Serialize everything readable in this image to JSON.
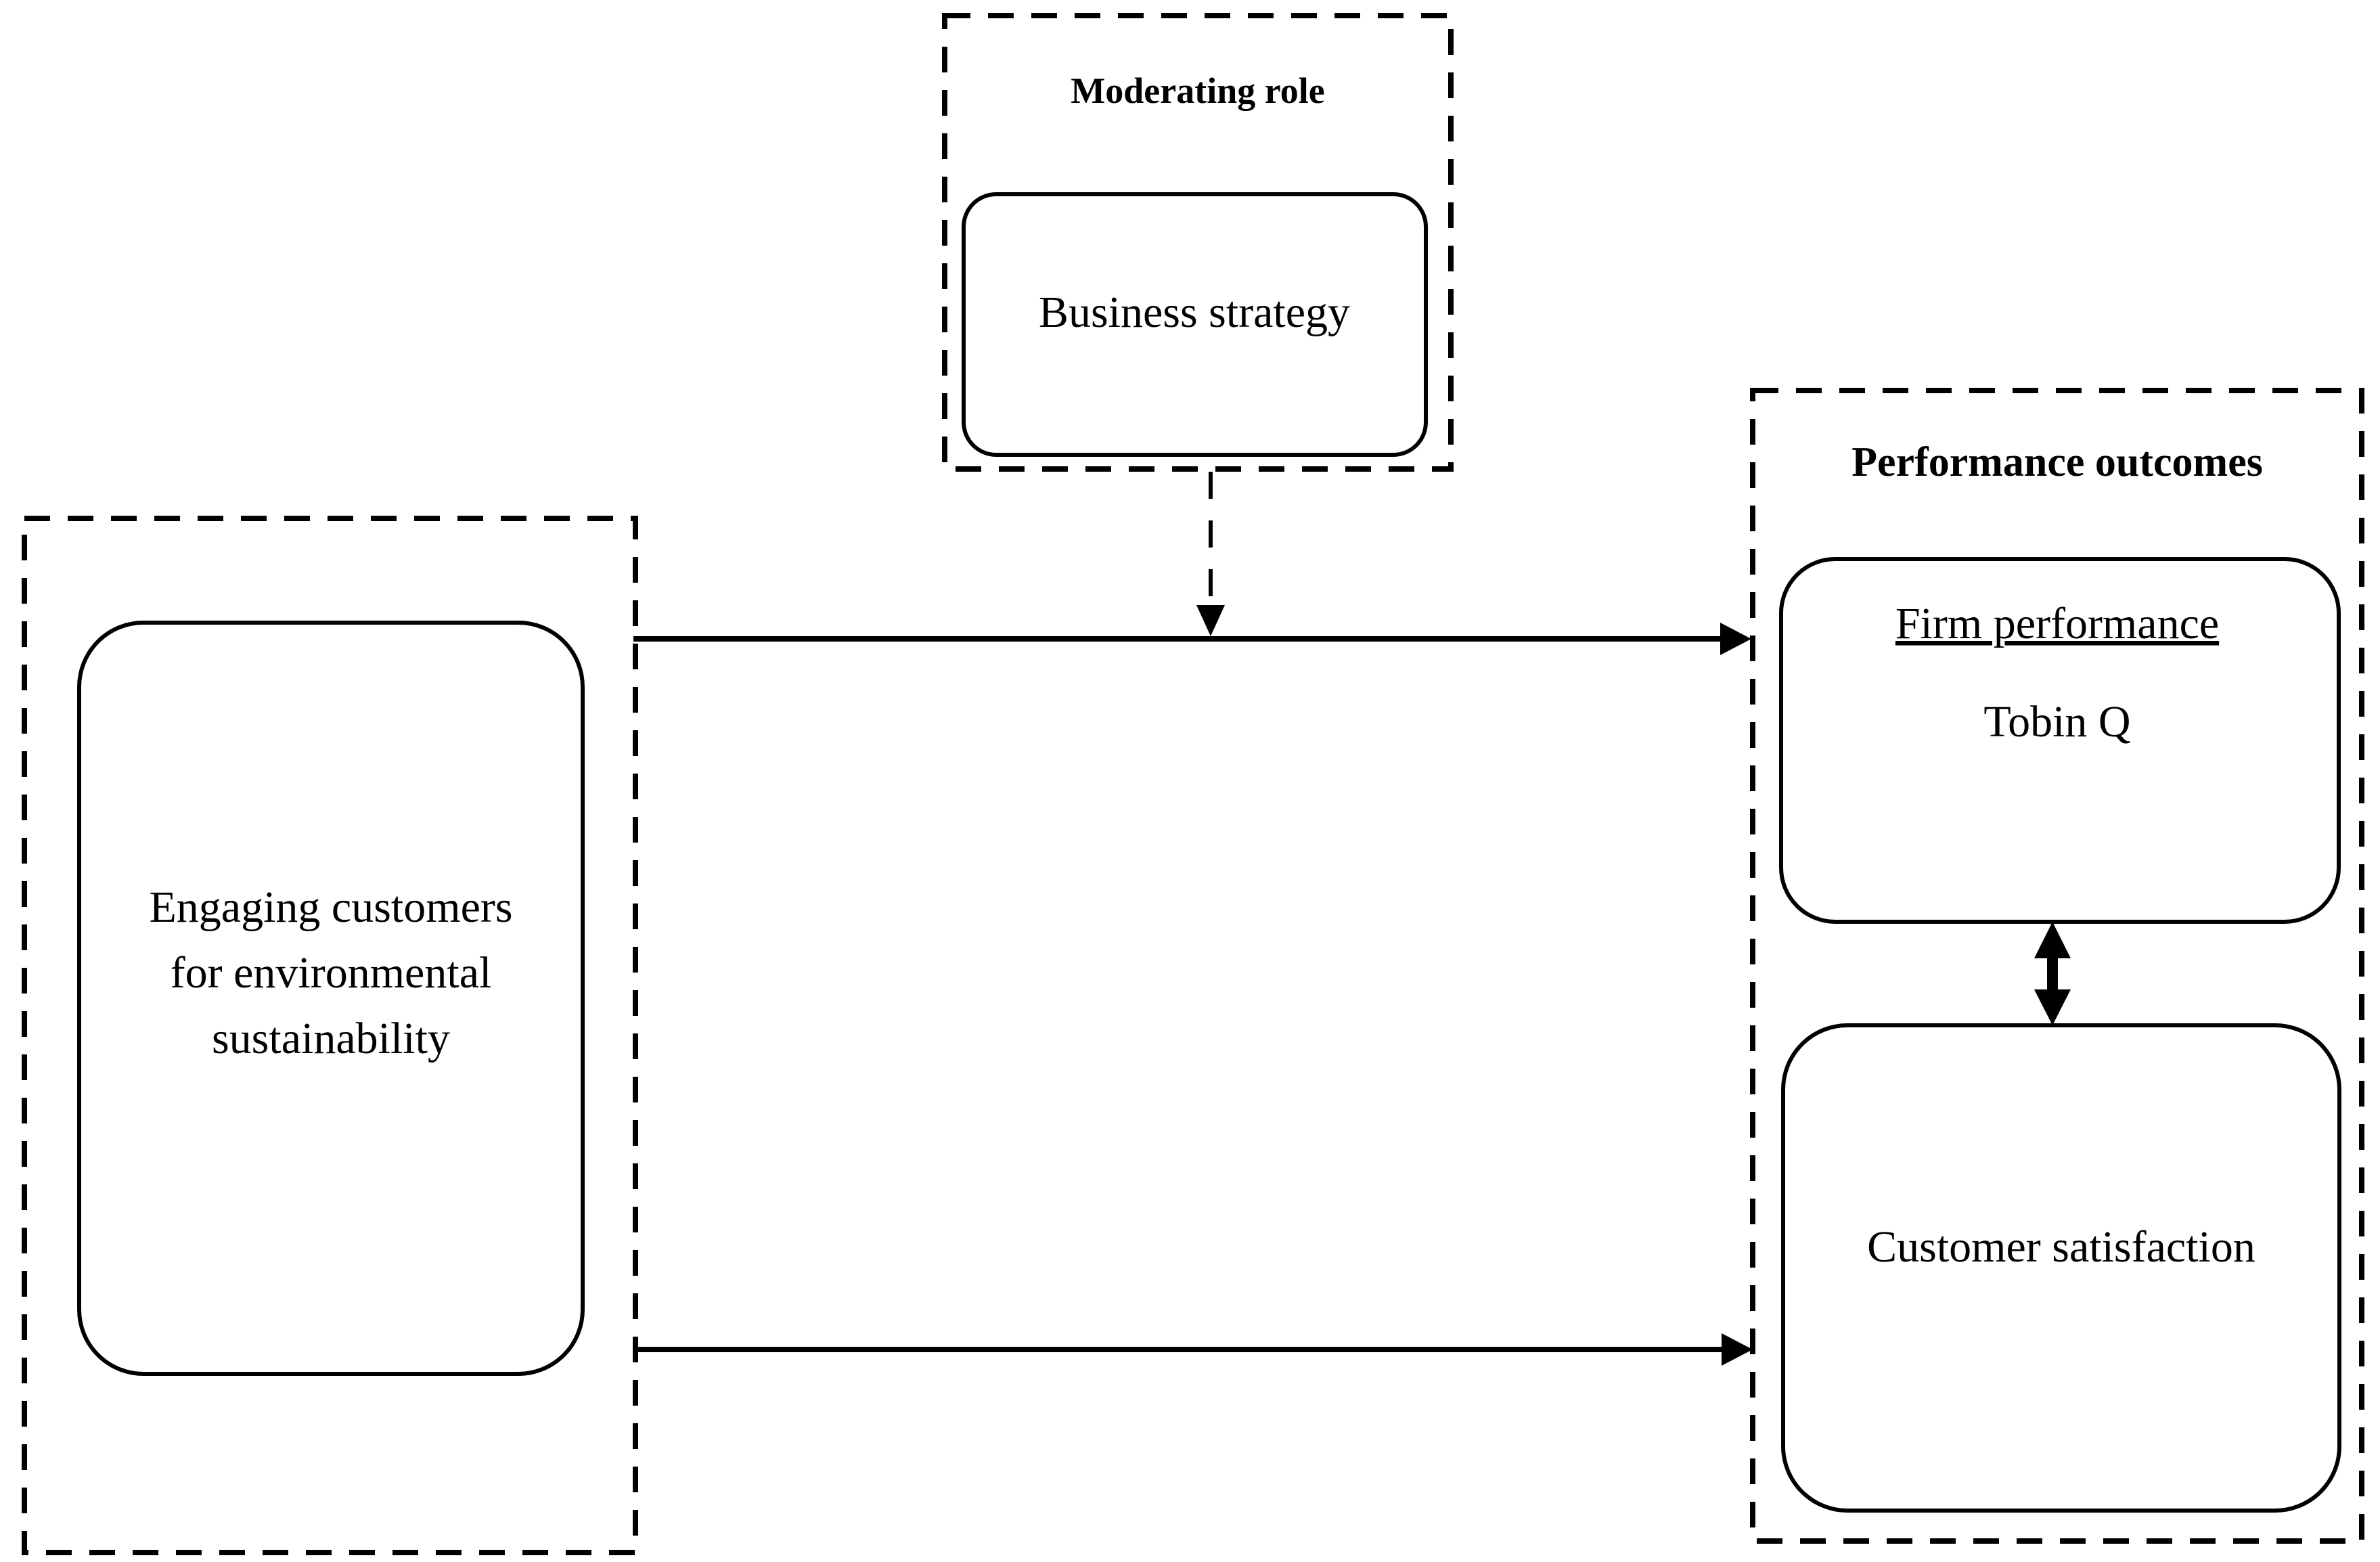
{
  "figure": {
    "moderator_panel": {
      "title": "Moderating role",
      "box_label": "Business strategy"
    },
    "antecedent_panel": {
      "box_label_lines": [
        "Engaging customers",
        "for environmental",
        "sustainability"
      ]
    },
    "outcomes_panel": {
      "title": "Performance outcomes",
      "firm_performance_box": {
        "heading": "Firm performance",
        "measure": "Tobin Q"
      },
      "customer_satisfaction_box": {
        "label": "Customer satisfaction"
      }
    },
    "colors": {
      "line": "#000000",
      "background": "#ffffff"
    }
  }
}
